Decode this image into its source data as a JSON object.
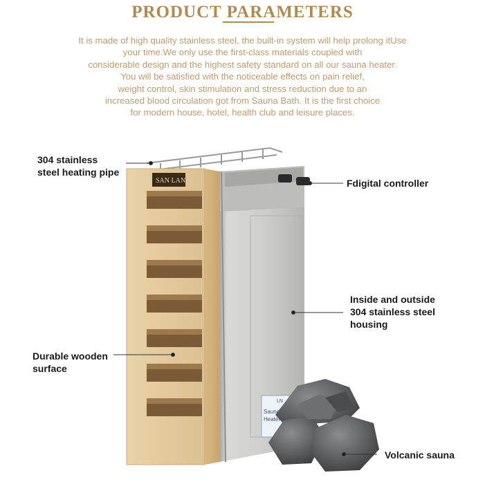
{
  "header": {
    "title_part1": "PRODUCT",
    "title_part2": "PARAMETERS"
  },
  "description": {
    "lines": [
      "It is made of high quality stainless steel, the built-in system will help prolong itUse",
      "your time.We only use the first-class materials coupled with",
      "considerable design and the highest safety standard on all our sauna heater.",
      "You will be satisfied with the noticeable effects on pain relief,",
      "weight control, skin stimulation and stress reduction due to an",
      "increased blood circulation got from Sauna Bath. It is the first choice",
      "for modern house, hotel, health club and leisure places."
    ]
  },
  "callouts": {
    "heating_pipe": [
      "304 stainless",
      "steel heating pipe"
    ],
    "controller": [
      "Fdigital controller"
    ],
    "housing": [
      "Inside and outside",
      "304 stainless steel",
      "housing"
    ],
    "wooden": [
      "Durable wooden",
      "surface"
    ],
    "stones": [
      "Volcanic sauna"
    ]
  },
  "product": {
    "logo_text": "SAN LAN",
    "sticker_lines": [
      "Sauna",
      "Heater"
    ],
    "sticker_small": "LN"
  },
  "colors": {
    "title": "#b08a4e",
    "description": "#c49a6c",
    "wood": "#e6cfa3",
    "steel": "#c9c9c6",
    "stone": "#5b5d5f"
  }
}
